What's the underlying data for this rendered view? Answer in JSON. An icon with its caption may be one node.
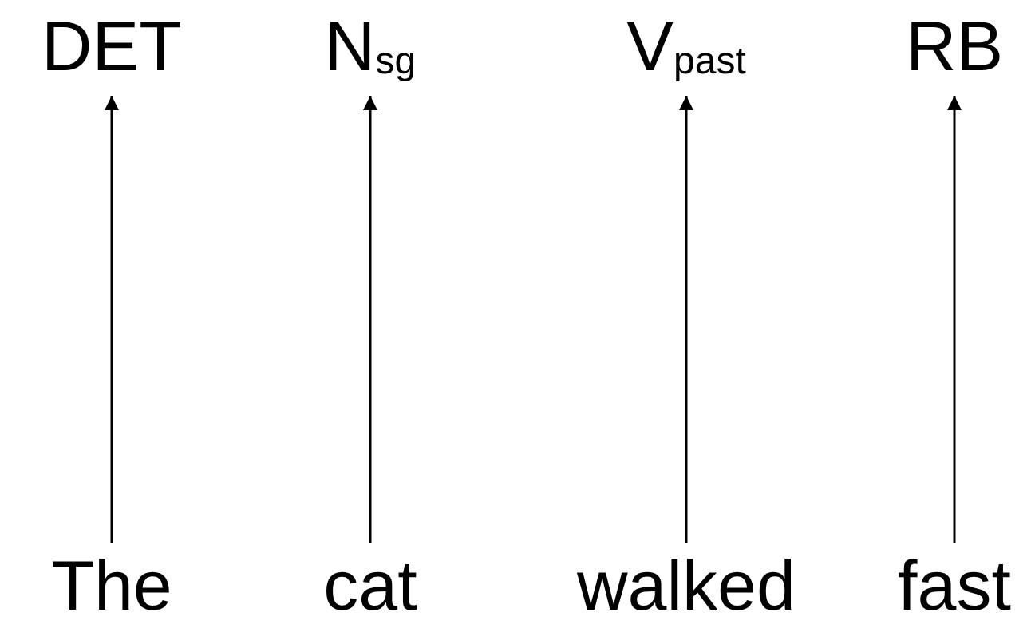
{
  "diagram": {
    "nodes": [
      {
        "text": [
          "DET"
        ]
      },
      {
        "text": [
          "N$_{sg}$"
        ]
      },
      {
        "text": [
          "V$_{past}$"
        ]
      },
      {
        "text": [
          "RB"
        ]
      },
      {
        "text": [
          "The"
        ]
      },
      {
        "text": [
          "cat"
        ]
      },
      {
        "text": [
          "walked"
        ]
      },
      {
        "text": [
          "fast"
        ]
      }
    ],
    "edges": [
      {
        "from": 4,
        "to": 0,
        "arrow": "to"
      },
      {
        "from": 5,
        "to": 1,
        "arrow": "to"
      },
      {
        "from": 6,
        "to": 2,
        "arrow": "to"
      },
      {
        "from": 7,
        "to": 3,
        "arrow": "to"
      }
    ]
  }
}
